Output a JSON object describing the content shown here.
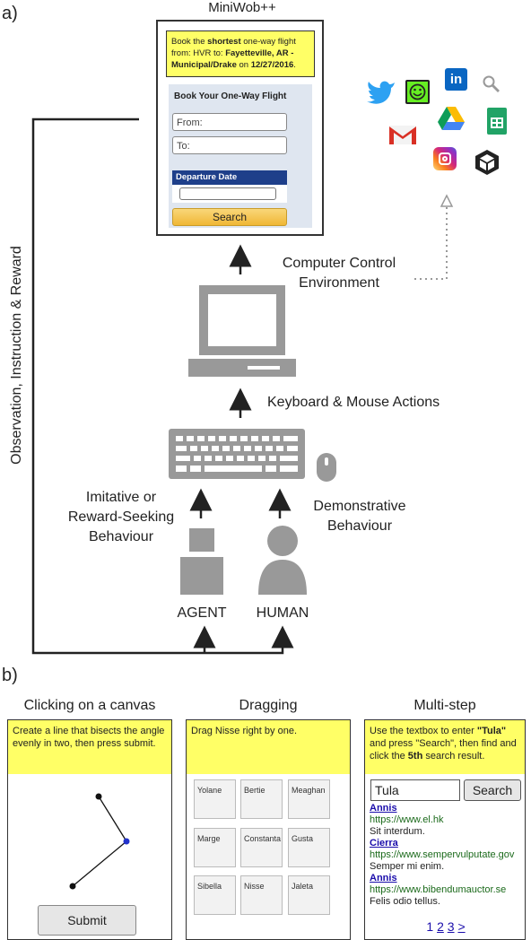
{
  "section_a": {
    "label": "a)",
    "miniwob_title": "MiniWob++",
    "task_prefix": "Book the ",
    "task_bold1": "shortest",
    "task_mid1": " one-way flight from: HVR to: ",
    "task_bold2": "Fayetteville, AR - Municipal/Drake",
    "task_mid2": " on ",
    "task_bold3": "12/27/2016",
    "task_end": ".",
    "form_title": "Book Your One-Way Flight",
    "from_placeholder": "From:",
    "to_placeholder": "To:",
    "departure_label": "Departure Date",
    "search_label": "Search",
    "computer_env_label_1": "Computer Control",
    "computer_env_label_2": "Environment",
    "keyboard_label": "Keyboard & Mouse Actions",
    "imitative_label_1": "Imitative or",
    "imitative_label_2": "Reward-Seeking",
    "imitative_label_3": "Behaviour",
    "demonstrative_label_1": "Demonstrative",
    "demonstrative_label_2": "Behaviour",
    "agent_label": "AGENT",
    "human_label": "HUMAN",
    "side_label": "Observation, Instruction & Reward",
    "app_icons": [
      "twitter-icon",
      "smiley-icon",
      "linkedin-icon",
      "search-icon",
      "gmail-icon",
      "drive-icon",
      "sheets-icon",
      "instagram-icon",
      "unity-icon"
    ]
  },
  "section_b": {
    "label": "b)",
    "canvas": {
      "title": "Clicking on a canvas",
      "instruction": "Create a line that bisects the angle evenly in two, then press submit.",
      "submit_label": "Submit"
    },
    "dragging": {
      "title": "Dragging",
      "instruction": "Drag Nisse right by one.",
      "tiles": [
        "Yolane",
        "Bertie",
        "Meaghan",
        "Marge",
        "Constanta",
        "Gusta",
        "Sibella",
        "Nisse",
        "Jaleta"
      ]
    },
    "multistep": {
      "title": "Multi-step",
      "instr_a": "Use the textbox to enter ",
      "instr_b": "\"Tula\"",
      "instr_c": " and press \"Search\", then find and click the ",
      "instr_d": "5th",
      "instr_e": " search result.",
      "search_value": "Tula",
      "search_button": "Search",
      "results": [
        {
          "name": "Annis",
          "url": "https://www.el.hk",
          "snippet": "Sit interdum."
        },
        {
          "name": "Cierra",
          "url": "https://www.sempervulputate.gov",
          "snippet": "Semper mi enim."
        },
        {
          "name": "Annis",
          "url": "https://www.bibendumauctor.se",
          "snippet": "Felis odio tellus."
        }
      ],
      "pages": [
        "1",
        "2",
        "3",
        ">"
      ]
    }
  }
}
